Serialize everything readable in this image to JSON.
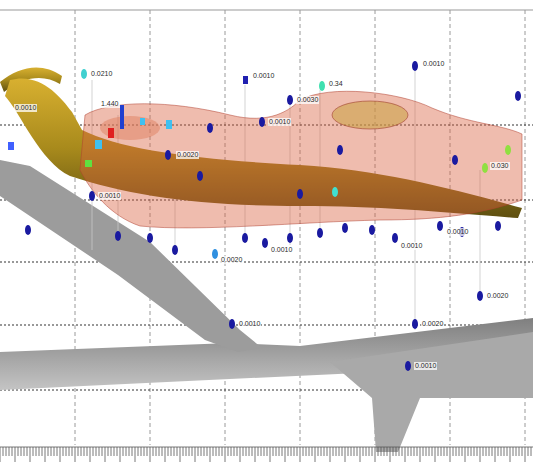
{
  "diagram": {
    "labels": [
      "0.0210",
      "0.0010",
      "1.440",
      "0.0010",
      "0.0030",
      "0.34",
      "0.0010",
      "0.0010",
      "0.0020",
      "0.030",
      "0.0010",
      "0.0010",
      "0.0020",
      "0.0010",
      "0.0020",
      "0.0010",
      "0.0020",
      "0.0010",
      "0.0010"
    ]
  }
}
